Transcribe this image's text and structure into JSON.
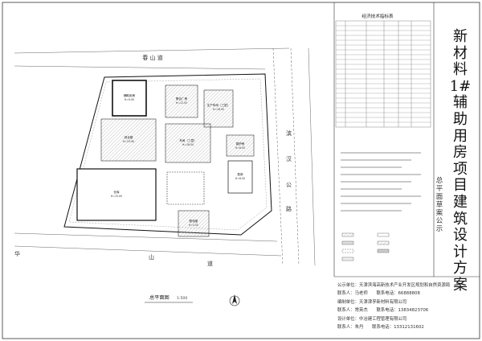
{
  "drawing": {
    "title_vertical": "新材料1#辅助用房项目建筑设计方案",
    "subtitle_vertical": "总平面草案公示",
    "indicator_table_title": "经济技术指标表",
    "plan_caption": "总平面图",
    "plan_scale": "1:500",
    "roads": {
      "top_road": "春 山 道",
      "bottom_road_left": "华",
      "bottom_road_mid": "山",
      "bottom_road_right": "道",
      "right_road_1": "滨",
      "right_road_2": "汉",
      "right_road_3": "公",
      "right_road_4": "路"
    },
    "buildings": [
      {
        "label": "辅助用房",
        "sub": "H=9.00"
      },
      {
        "label": "综合楼",
        "sub": "H=23.90"
      },
      {
        "label": "仓库",
        "sub": "H=15.00"
      },
      {
        "label": "联合厂房",
        "sub": "H=12.00"
      },
      {
        "label": "生产车间（三层）",
        "sub": "H=18.00"
      },
      {
        "label": "车间（三层）",
        "sub": "H=18.00"
      },
      {
        "label": "锅炉房",
        "sub": "H=8.00"
      },
      {
        "label": "泵房",
        "sub": "H=6.00"
      },
      {
        "label": "配电室",
        "sub": "H=5.00"
      }
    ]
  },
  "publicity": {
    "lines": [
      {
        "label": "公示单位：",
        "value": "天津滨海高新技术产业开发区规划和自然资源局"
      },
      {
        "label": "联系人：",
        "value": "马老师",
        "label2": "联系电话：",
        "value2": "66888808"
      },
      {
        "label": "编制单位：",
        "value": "天津津孚新材料有限公司"
      },
      {
        "label": "联系人：",
        "value": "常英杰",
        "label2": "联系电话：",
        "value2": "13834823706"
      },
      {
        "label": "设计单位：",
        "value": "中冶建工程管理有限公司"
      },
      {
        "label": "联系人：",
        "value": "朱丹",
        "label2": "联系电话：",
        "value2": "13312131602"
      }
    ]
  }
}
